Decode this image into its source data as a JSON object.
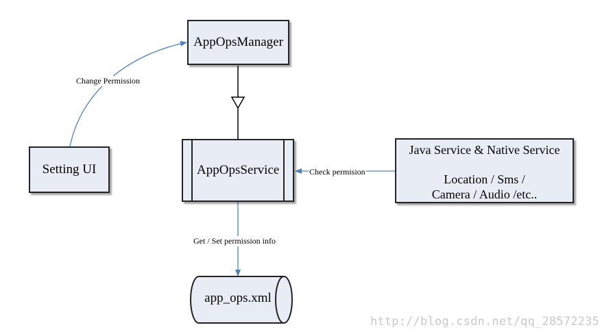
{
  "nodes": {
    "app_ops_manager": "AppOpsManager",
    "setting_ui": "Setting UI",
    "app_ops_service": "AppOpsService",
    "native_service": {
      "line1": "Java Service & Native Service",
      "line2": "Location / Sms /",
      "line3": "Camera / Audio /etc.."
    },
    "database": "app_ops.xml"
  },
  "edges": {
    "change_permission": "Change Permission",
    "check_permission": "Check permision",
    "get_set_permission": "Get / Set permission info"
  },
  "colors": {
    "box_fill": "#e8edf5",
    "arrow": "#4f81bd"
  },
  "watermark": "http://blog.csdn.net/qq_28572235"
}
